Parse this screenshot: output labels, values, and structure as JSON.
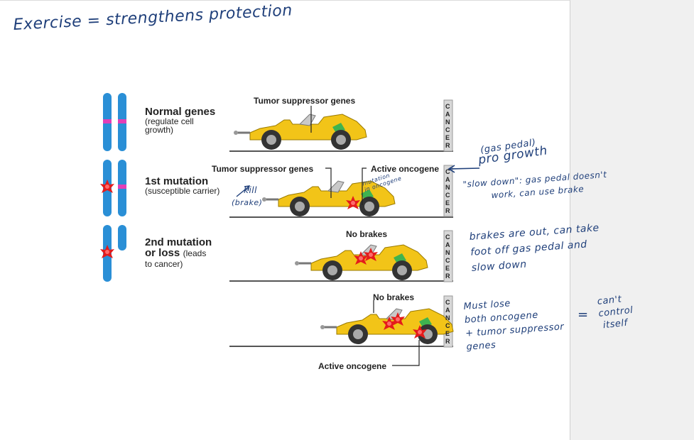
{
  "handwritten_title": "Exercise = strengthens protection",
  "diagram": {
    "rows": [
      {
        "title": "Normal genes",
        "detail": "(regulate cell\ngrowth)"
      },
      {
        "title": "1st mutation",
        "detail": "(susceptible carrier)"
      },
      {
        "title": "2nd mutation\nor loss",
        "detail": "(leads\nto cancer)"
      }
    ],
    "wall_text": "CANCER",
    "callouts": {
      "tumor_suppressor_top": "Tumor suppressor genes",
      "tumor_suppressor_row2": "Tumor suppressor genes",
      "active_oncogene_row2": "Active oncogene",
      "no_brakes_row3": "No brakes",
      "no_brakes_row4": "No brakes",
      "active_oncogene_bottom": "Active oncogene"
    }
  },
  "annotations": {
    "kill": "kill",
    "brake": "(brake)",
    "mutation_in_oncogene": "mutation\nin oncogene",
    "gas_pedal": "(gas pedal)",
    "pro_growth": "pro growth",
    "slow_down": "\"slow down\": gas pedal doesn't\n         work, can use brake",
    "brakes_out": "brakes are out, can take\nfoot off gas pedal and\nslow down",
    "must_lose": "Must lose\nboth oncogene\n+ tumor suppressor\ngenes",
    "equals": "=",
    "cant_control": "can't\ncontrol\n itself"
  },
  "colors": {
    "chromosome": "#2a8fd6",
    "band": "#e23fb7",
    "car": "#f2c418",
    "mutation": "#e41b1b",
    "ink": "#1f3f7a"
  }
}
